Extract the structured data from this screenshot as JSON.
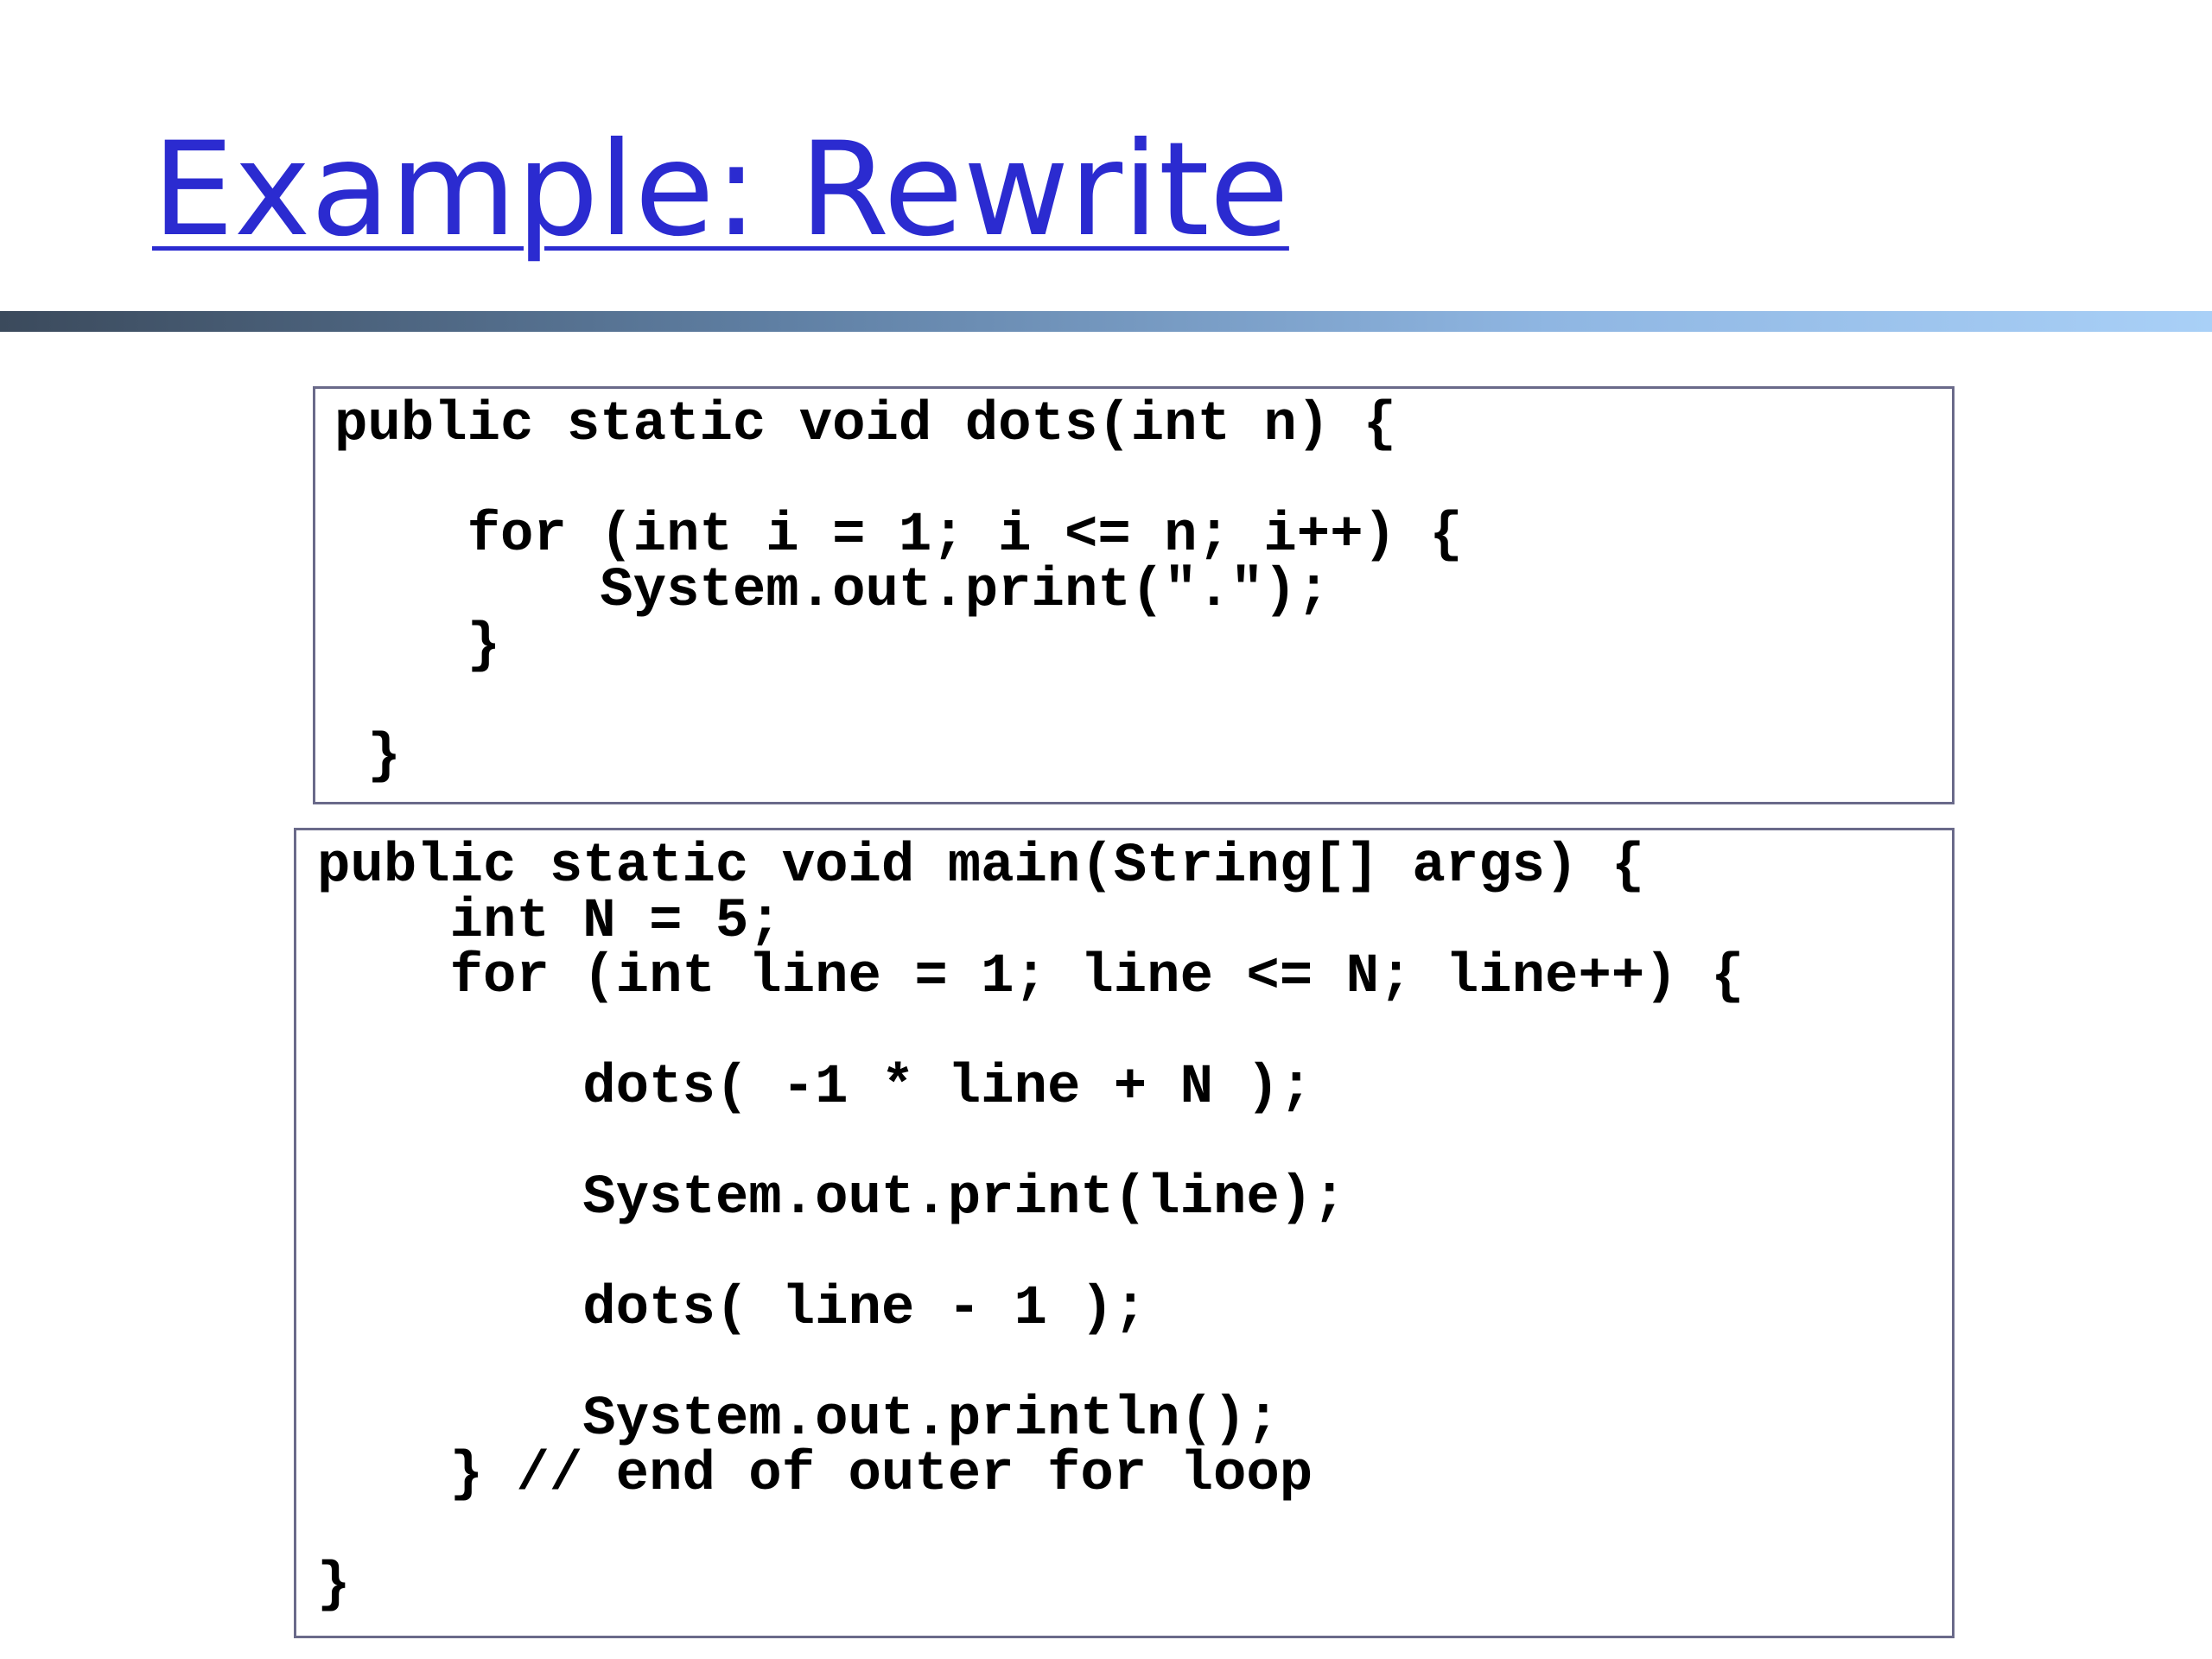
{
  "slide": {
    "title": "Example: Rewrite"
  },
  "dots_method": {
    "lines": [
      "public static void dots(int n) {",
      "",
      "    for (int i = 1; i <= n; i++) {",
      "        System.out.print(\".\");",
      "    }",
      "",
      " }"
    ]
  },
  "main_method": {
    "lines": [
      "public static void main(String[] args) {",
      "    int N = 5;",
      "    for (int line = 1; line <= N; line++) {",
      "",
      "        dots( -1 * line + N );",
      "",
      "        System.out.print(line);",
      "",
      "        dots( line - 1 );",
      "",
      "        System.out.println();",
      "    } // end of outer for loop",
      "",
      "}"
    ]
  }
}
